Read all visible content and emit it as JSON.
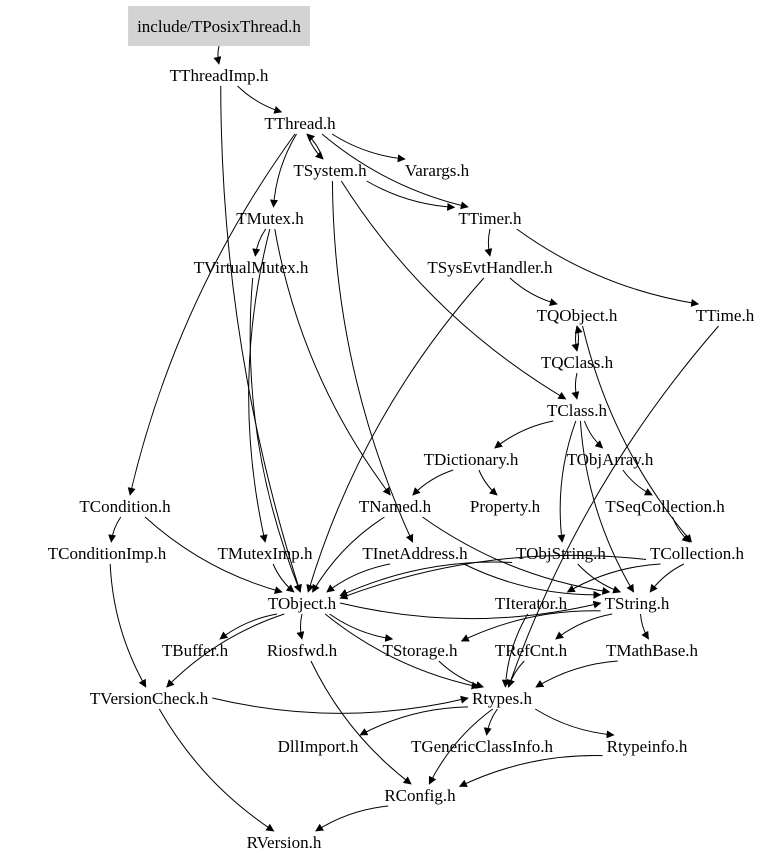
{
  "graph": {
    "root": "include/TPosixThread.h",
    "nodes": [
      {
        "id": "root",
        "label": "include/TPosixThread.h",
        "root": true
      },
      {
        "id": "TThreadImp",
        "label": "TThreadImp.h"
      },
      {
        "id": "TThread",
        "label": "TThread.h"
      },
      {
        "id": "TSystem",
        "label": "TSystem.h"
      },
      {
        "id": "Varargs",
        "label": "Varargs.h"
      },
      {
        "id": "TMutex",
        "label": "TMutex.h"
      },
      {
        "id": "TTimer",
        "label": "TTimer.h"
      },
      {
        "id": "TVirtualMutex",
        "label": "TVirtualMutex.h"
      },
      {
        "id": "TSysEvtHandler",
        "label": "TSysEvtHandler.h"
      },
      {
        "id": "TQObject",
        "label": "TQObject.h"
      },
      {
        "id": "TTime",
        "label": "TTime.h"
      },
      {
        "id": "TQClass",
        "label": "TQClass.h"
      },
      {
        "id": "TClass",
        "label": "TClass.h"
      },
      {
        "id": "TDictionary",
        "label": "TDictionary.h"
      },
      {
        "id": "TObjArray",
        "label": "TObjArray.h"
      },
      {
        "id": "TCondition",
        "label": "TCondition.h"
      },
      {
        "id": "TNamed",
        "label": "TNamed.h"
      },
      {
        "id": "Property",
        "label": "Property.h"
      },
      {
        "id": "TSeqCollection",
        "label": "TSeqCollection.h"
      },
      {
        "id": "TConditionImp",
        "label": "TConditionImp.h"
      },
      {
        "id": "TMutexImp",
        "label": "TMutexImp.h"
      },
      {
        "id": "TInetAddress",
        "label": "TInetAddress.h"
      },
      {
        "id": "TObjString",
        "label": "TObjString.h"
      },
      {
        "id": "TCollection",
        "label": "TCollection.h"
      },
      {
        "id": "TObject",
        "label": "TObject.h"
      },
      {
        "id": "TIterator",
        "label": "TIterator.h"
      },
      {
        "id": "TString",
        "label": "TString.h"
      },
      {
        "id": "TBuffer",
        "label": "TBuffer.h"
      },
      {
        "id": "Riosfwd",
        "label": "Riosfwd.h"
      },
      {
        "id": "TStorage",
        "label": "TStorage.h"
      },
      {
        "id": "TRefCnt",
        "label": "TRefCnt.h"
      },
      {
        "id": "TMathBase",
        "label": "TMathBase.h"
      },
      {
        "id": "TVersionCheck",
        "label": "TVersionCheck.h"
      },
      {
        "id": "Rtypes",
        "label": "Rtypes.h"
      },
      {
        "id": "DllImport",
        "label": "DllImport.h"
      },
      {
        "id": "TGenericClassInfo",
        "label": "TGenericClassInfo.h"
      },
      {
        "id": "Rtypeinfo",
        "label": "Rtypeinfo.h"
      },
      {
        "id": "RConfig",
        "label": "RConfig.h"
      },
      {
        "id": "RVersion",
        "label": "RVersion.h"
      }
    ],
    "edges": [
      [
        "root",
        "TThreadImp"
      ],
      [
        "TThreadImp",
        "TThread"
      ],
      [
        "TThreadImp",
        "TObject"
      ],
      [
        "TThread",
        "TSystem"
      ],
      [
        "TThread",
        "Varargs"
      ],
      [
        "TThread",
        "TTimer"
      ],
      [
        "TThread",
        "TMutex"
      ],
      [
        "TThread",
        "TCondition"
      ],
      [
        "TSystem",
        "TThread"
      ],
      [
        "TSystem",
        "TTimer"
      ],
      [
        "TSystem",
        "TInetAddress"
      ],
      [
        "TSystem",
        "TClass"
      ],
      [
        "TMutex",
        "TVirtualMutex"
      ],
      [
        "TMutex",
        "TMutexImp"
      ],
      [
        "TMutex",
        "TNamed"
      ],
      [
        "TVirtualMutex",
        "TObject"
      ],
      [
        "TTimer",
        "TSysEvtHandler"
      ],
      [
        "TTimer",
        "TTime"
      ],
      [
        "TSysEvtHandler",
        "TQObject"
      ],
      [
        "TSysEvtHandler",
        "TObject"
      ],
      [
        "TQObject",
        "TQClass"
      ],
      [
        "TQObject",
        "TCollection"
      ],
      [
        "TQClass",
        "TQObject"
      ],
      [
        "TQClass",
        "TClass"
      ],
      [
        "TClass",
        "TDictionary"
      ],
      [
        "TClass",
        "TObjArray"
      ],
      [
        "TClass",
        "TObjString"
      ],
      [
        "TClass",
        "TString"
      ],
      [
        "TDictionary",
        "TNamed"
      ],
      [
        "TDictionary",
        "Property"
      ],
      [
        "TObjArray",
        "TSeqCollection"
      ],
      [
        "TSeqCollection",
        "TCollection"
      ],
      [
        "TCondition",
        "TConditionImp"
      ],
      [
        "TCondition",
        "TObject"
      ],
      [
        "TNamed",
        "TObject"
      ],
      [
        "TNamed",
        "TString"
      ],
      [
        "TConditionImp",
        "TVersionCheck"
      ],
      [
        "TMutexImp",
        "TObject"
      ],
      [
        "TInetAddress",
        "TObject"
      ],
      [
        "TInetAddress",
        "TString"
      ],
      [
        "TObjString",
        "TObject"
      ],
      [
        "TObjString",
        "TString"
      ],
      [
        "TCollection",
        "TObject"
      ],
      [
        "TCollection",
        "TIterator"
      ],
      [
        "TCollection",
        "TString"
      ],
      [
        "TObject",
        "TBuffer"
      ],
      [
        "TObject",
        "Riosfwd"
      ],
      [
        "TObject",
        "TStorage"
      ],
      [
        "TObject",
        "TVersionCheck"
      ],
      [
        "TObject",
        "TString"
      ],
      [
        "TObject",
        "Rtypes"
      ],
      [
        "TIterator",
        "Rtypes"
      ],
      [
        "TString",
        "TStorage"
      ],
      [
        "TString",
        "TRefCnt"
      ],
      [
        "TString",
        "TMathBase"
      ],
      [
        "TTime",
        "Rtypes"
      ],
      [
        "Riosfwd",
        "RConfig"
      ],
      [
        "TStorage",
        "Rtypes"
      ],
      [
        "TRefCnt",
        "Rtypes"
      ],
      [
        "TMathBase",
        "Rtypes"
      ],
      [
        "TVersionCheck",
        "RVersion"
      ],
      [
        "TVersionCheck",
        "Rtypes"
      ],
      [
        "Rtypes",
        "DllImport"
      ],
      [
        "Rtypes",
        "TGenericClassInfo"
      ],
      [
        "Rtypes",
        "Rtypeinfo"
      ],
      [
        "Rtypes",
        "RConfig"
      ],
      [
        "Rtypeinfo",
        "RConfig"
      ],
      [
        "RConfig",
        "RVersion"
      ]
    ]
  }
}
